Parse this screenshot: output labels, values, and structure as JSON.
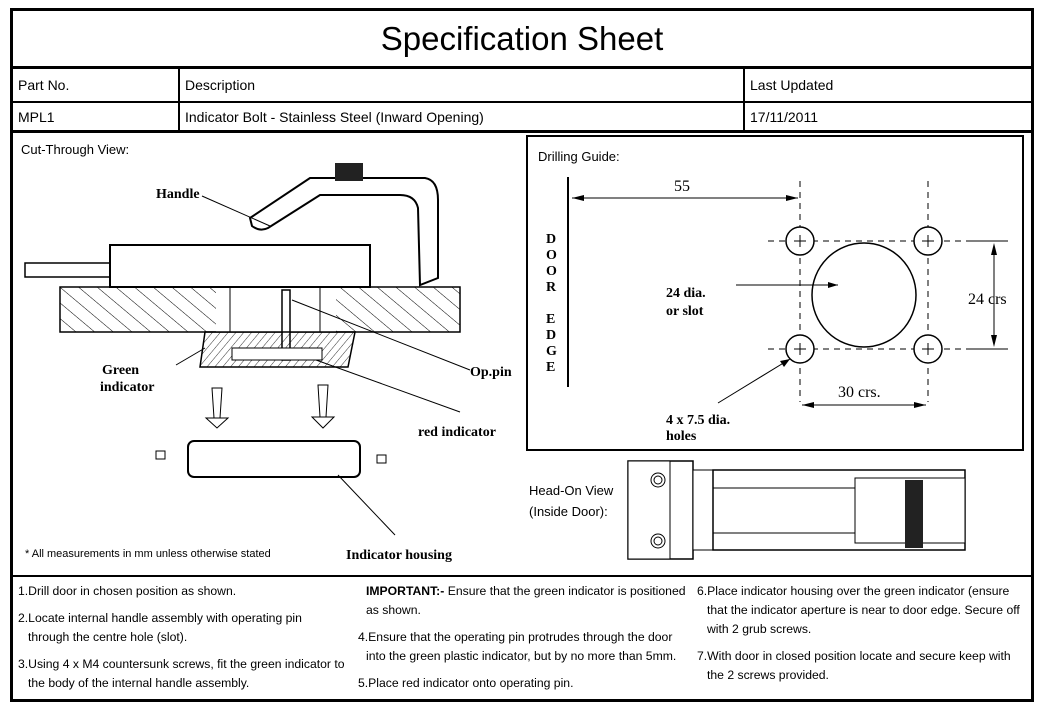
{
  "title": "Specification Sheet",
  "table": {
    "headers": {
      "part_no": "Part No.",
      "description": "Description",
      "last_updated": "Last Updated"
    },
    "row": {
      "part_no": "MPL1",
      "description": "Indicator Bolt - Stainless Steel (Inward Opening)",
      "last_updated": "17/11/2011"
    }
  },
  "cut_through": {
    "title": "Cut-Through View:",
    "labels": {
      "handle": "Handle",
      "green_indicator_1": "Green",
      "green_indicator_2": "indicator",
      "op_pin": "Op.pin",
      "red_indicator": "red indicator",
      "indicator_housing": "Indicator housing"
    },
    "footnote": "* All measurements in mm unless otherwise stated"
  },
  "drilling_guide": {
    "title": "Drilling Guide:",
    "door_edge": [
      "D",
      "O",
      "O",
      "R",
      "",
      "E",
      "D",
      "G",
      "E"
    ],
    "dim_55": "55",
    "dia_line1": "24 dia.",
    "dia_line2": "or slot",
    "dim_24crs": "24 crs",
    "dim_30crs": "30 crs.",
    "holes_line1": "4 x 7.5 dia.",
    "holes_line2": "holes"
  },
  "head_on": {
    "title_line1": "Head-On View",
    "title_line2": "(Inside Door):"
  },
  "instructions": {
    "col1": [
      {
        "l1": "1.Drill door in chosen position as shown.",
        "l2": ""
      },
      {
        "l1": "2.Locate internal handle assembly with operating pin",
        "l2": "through the centre hole (slot)."
      },
      {
        "l1": "3.Using 4 x M4 countersunk screws, fit the green indicator to",
        "l2": "the body of the internal handle assembly."
      }
    ],
    "col2": {
      "important_label": "IMPORTANT:-",
      "important_text": " Ensure that the green indicator is positioned",
      "important_l2": "as shown.",
      "i4_l1": "4.Ensure that the operating pin protrudes through the door",
      "i4_l2": "into the green plastic indicator, but by no more than 5mm.",
      "i5": "5.Place red indicator onto operating pin."
    },
    "col3": [
      {
        "l1": "6.Place indicator housing over the green indicator (ensure",
        "l2": "that the indicator aperture is near to door edge. Secure off",
        "l3": "with 2 grub screws."
      },
      {
        "l1": "7.With door in closed position locate and secure keep with",
        "l2": "the 2 screws provided.",
        "l3": ""
      }
    ]
  }
}
